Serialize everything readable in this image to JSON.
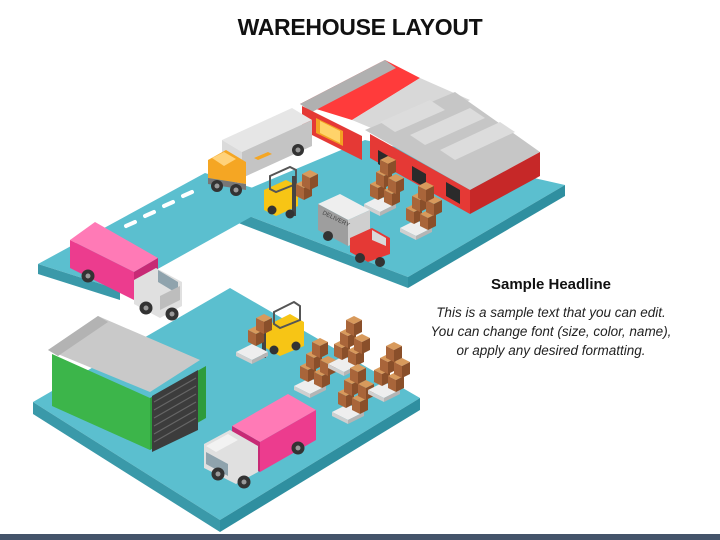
{
  "slide": {
    "title": "WAREHOUSE LAYOUT",
    "headline": "Sample Headline",
    "body_lines": [
      "This is a sample text that you can edit.",
      "You can change font (size, color, name),",
      "or apply any desired formatting."
    ]
  },
  "illustration": {
    "truck_label": "DELIVERY",
    "colors": {
      "platform_top": "#5bbfcf",
      "platform_side": "#3a99a9",
      "warehouse_red": "#e53935",
      "warehouse_green": "#3cb54a",
      "roof_gray": "#c9c9c9",
      "truck_pink": "#ec3c8e",
      "truck_orange": "#f5a623",
      "forklift_yellow": "#f7c515",
      "box_brown": "#b87440"
    },
    "icons": [
      "warehouse-red-building",
      "warehouse-green-building",
      "truck-orange",
      "truck-pink",
      "truck-delivery",
      "forklift",
      "box-stack",
      "road-dashes"
    ]
  }
}
